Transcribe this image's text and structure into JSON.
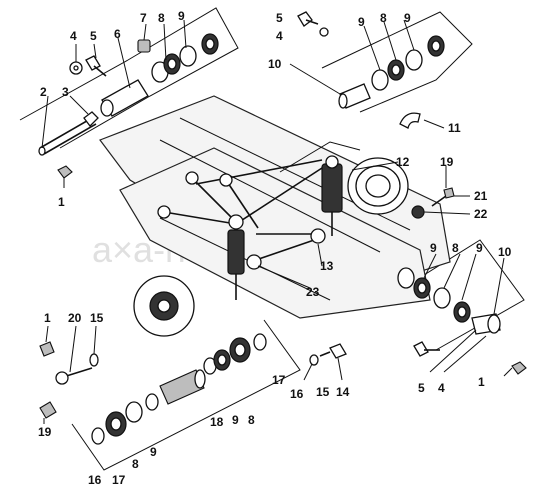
{
  "watermark": "a×a-rf.ru",
  "callouts": {
    "c1a": "1",
    "c2": "2",
    "c3": "3",
    "c4a": "4",
    "c5a": "5",
    "c6": "6",
    "c7": "7",
    "c8a": "8",
    "c9a": "9",
    "c5b": "5",
    "c4b": "4",
    "c10a": "10",
    "c9b": "9",
    "c8b": "8",
    "c9c": "9",
    "c11": "11",
    "c12": "12",
    "c19a": "19",
    "c21": "21",
    "c22": "22",
    "c13": "13",
    "c23": "23",
    "c9d": "9",
    "c8c": "8",
    "c9e": "9",
    "c10b": "10",
    "c1b": "1",
    "c20": "20",
    "c15a": "15",
    "c19b": "19",
    "c16a": "16",
    "c17a": "17",
    "c8d": "8",
    "c9f": "9",
    "c18": "18",
    "c9g": "9",
    "c8e": "8",
    "c17b": "17",
    "c16b": "16",
    "c15b": "15",
    "c14": "14",
    "c5c": "5",
    "c4c": "4",
    "c1c": "1"
  }
}
